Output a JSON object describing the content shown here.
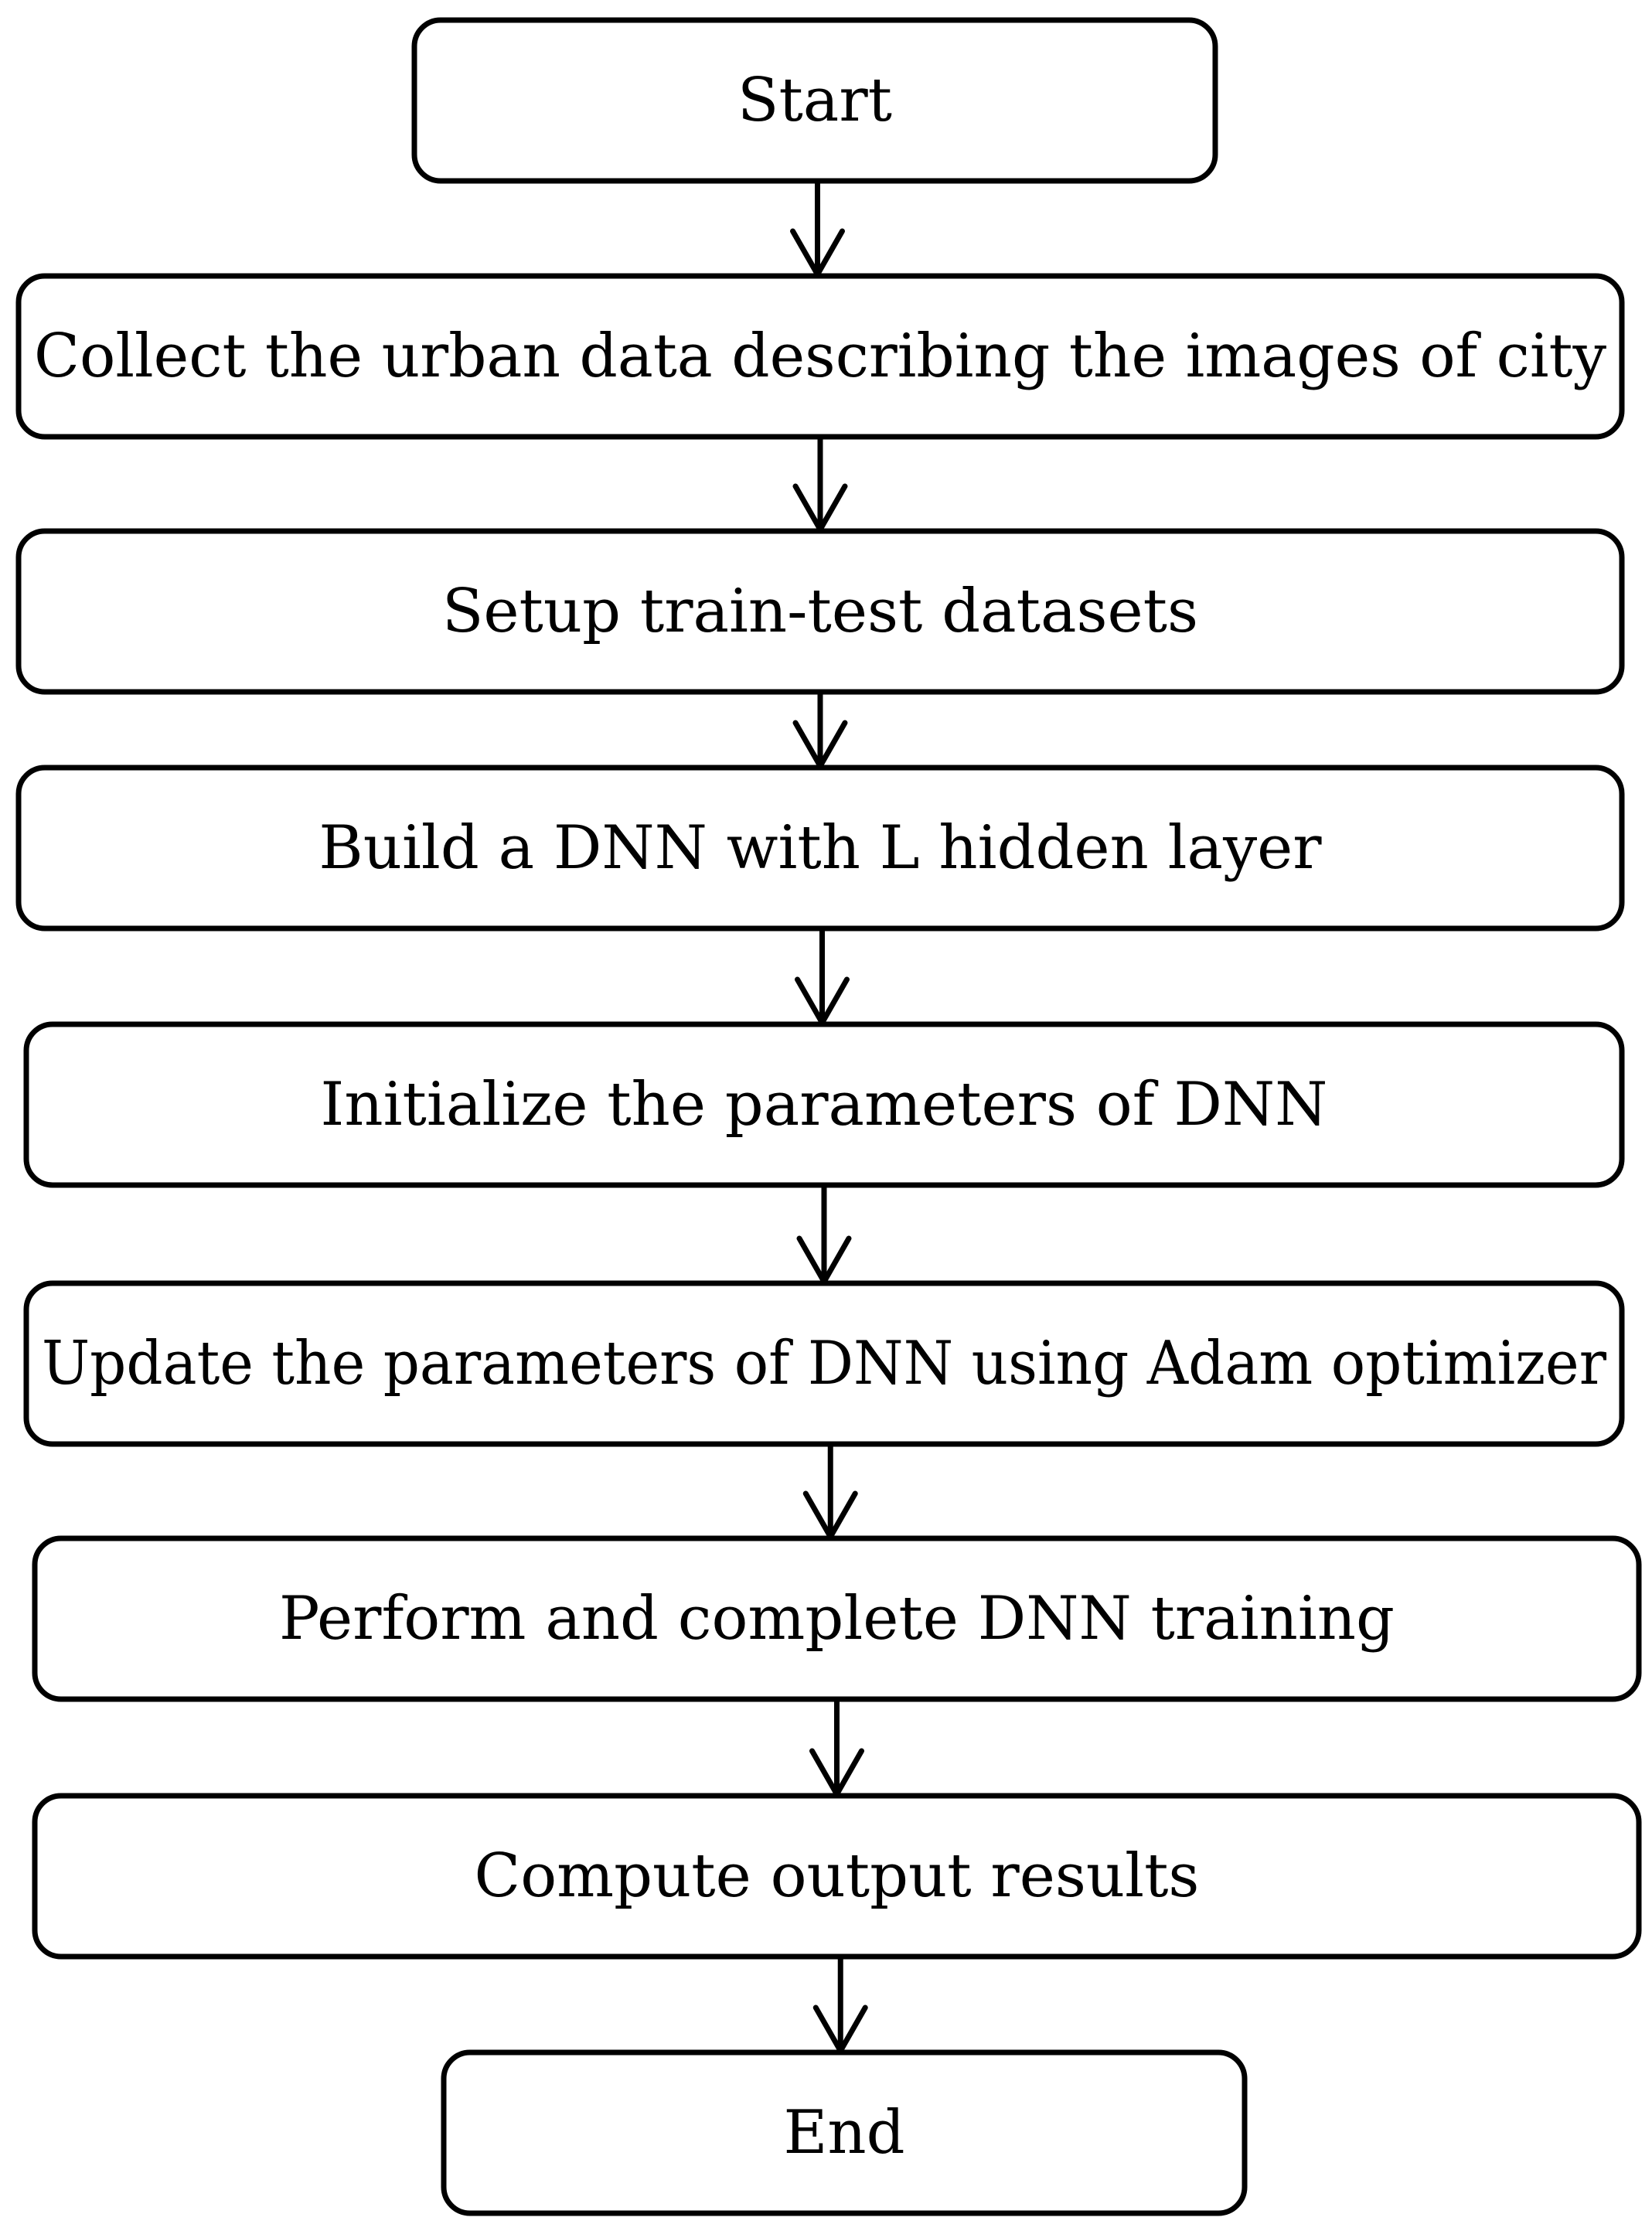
{
  "diagram": {
    "type": "flowchart",
    "direction": "top-to-bottom",
    "colors": {
      "stroke": "#000000",
      "fill": "#ffffff",
      "text": "#000000"
    },
    "nodes": [
      {
        "id": "start",
        "shape": "terminal",
        "label": "Start"
      },
      {
        "id": "collect",
        "shape": "process",
        "label": "Collect the urban data describing the images of city"
      },
      {
        "id": "setup",
        "shape": "process",
        "label": "Setup train-test datasets"
      },
      {
        "id": "build",
        "shape": "process",
        "label": "Build a DNN with L hidden layer"
      },
      {
        "id": "init",
        "shape": "process",
        "label": "Initialize the parameters of DNN"
      },
      {
        "id": "update",
        "shape": "process",
        "label": "Update the parameters of DNN using Adam optimizer"
      },
      {
        "id": "train",
        "shape": "process",
        "label": "Perform and complete DNN training"
      },
      {
        "id": "compute",
        "shape": "process",
        "label": "Compute output results"
      },
      {
        "id": "end",
        "shape": "terminal",
        "label": "End"
      }
    ],
    "edges": [
      {
        "from": "start",
        "to": "collect"
      },
      {
        "from": "collect",
        "to": "setup"
      },
      {
        "from": "setup",
        "to": "build"
      },
      {
        "from": "build",
        "to": "init"
      },
      {
        "from": "init",
        "to": "update"
      },
      {
        "from": "update",
        "to": "train"
      },
      {
        "from": "train",
        "to": "compute"
      },
      {
        "from": "compute",
        "to": "end"
      }
    ]
  }
}
